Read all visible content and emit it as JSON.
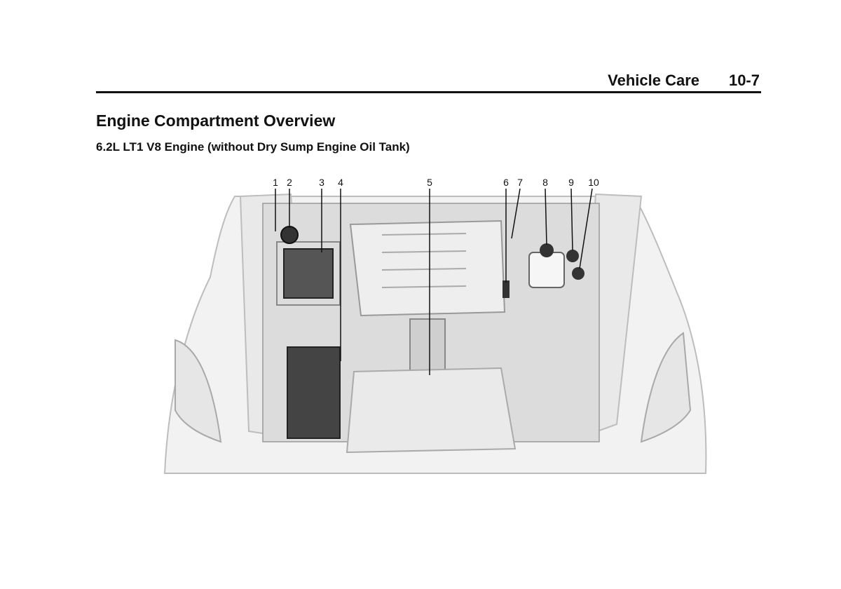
{
  "header": {
    "section": "Vehicle Care",
    "page": "10-7"
  },
  "title": "Engine Compartment Overview",
  "subtitle": "6.2L LT1 V8 Engine (without Dry Sump Engine Oil Tank)",
  "callouts": [
    "1",
    "2",
    "3",
    "4",
    "5",
    "6",
    "7",
    "8",
    "9",
    "10"
  ]
}
